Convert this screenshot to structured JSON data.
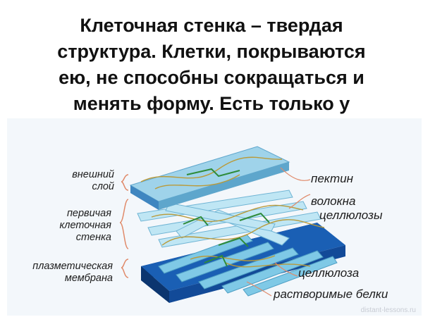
{
  "heading": {
    "lines": [
      "Клеточная стенка – твердая",
      "структура. Клетки, покрываются",
      "ею,  не способны сокращаться  и",
      "менять форму. Есть только у"
    ]
  },
  "labels": {
    "outer_layer": [
      "внешний",
      "слой"
    ],
    "primary_wall": [
      "первичая",
      "клеточная",
      "стенка"
    ],
    "plasma_membrane": [
      "плазметическая",
      "мембрана"
    ],
    "pectin": "пектин",
    "cellulose_fibers": [
      "волокна",
      "целлюлозы"
    ],
    "cellulose": "целлюлоза",
    "soluble_proteins": "растворимые белки"
  },
  "watermark": "distant-lessons.ru",
  "colors": {
    "top_plate": "#9fd3ea",
    "middle_fibers": "#bfe6f4",
    "bottom_plate": "#1a5fb4",
    "bottom_rods": "#7fc9e6",
    "pectin_strands": "#b99a3a",
    "proteins": "#2e8b3a",
    "bracket": "#e08a6a",
    "leader": "#e08a6a"
  }
}
